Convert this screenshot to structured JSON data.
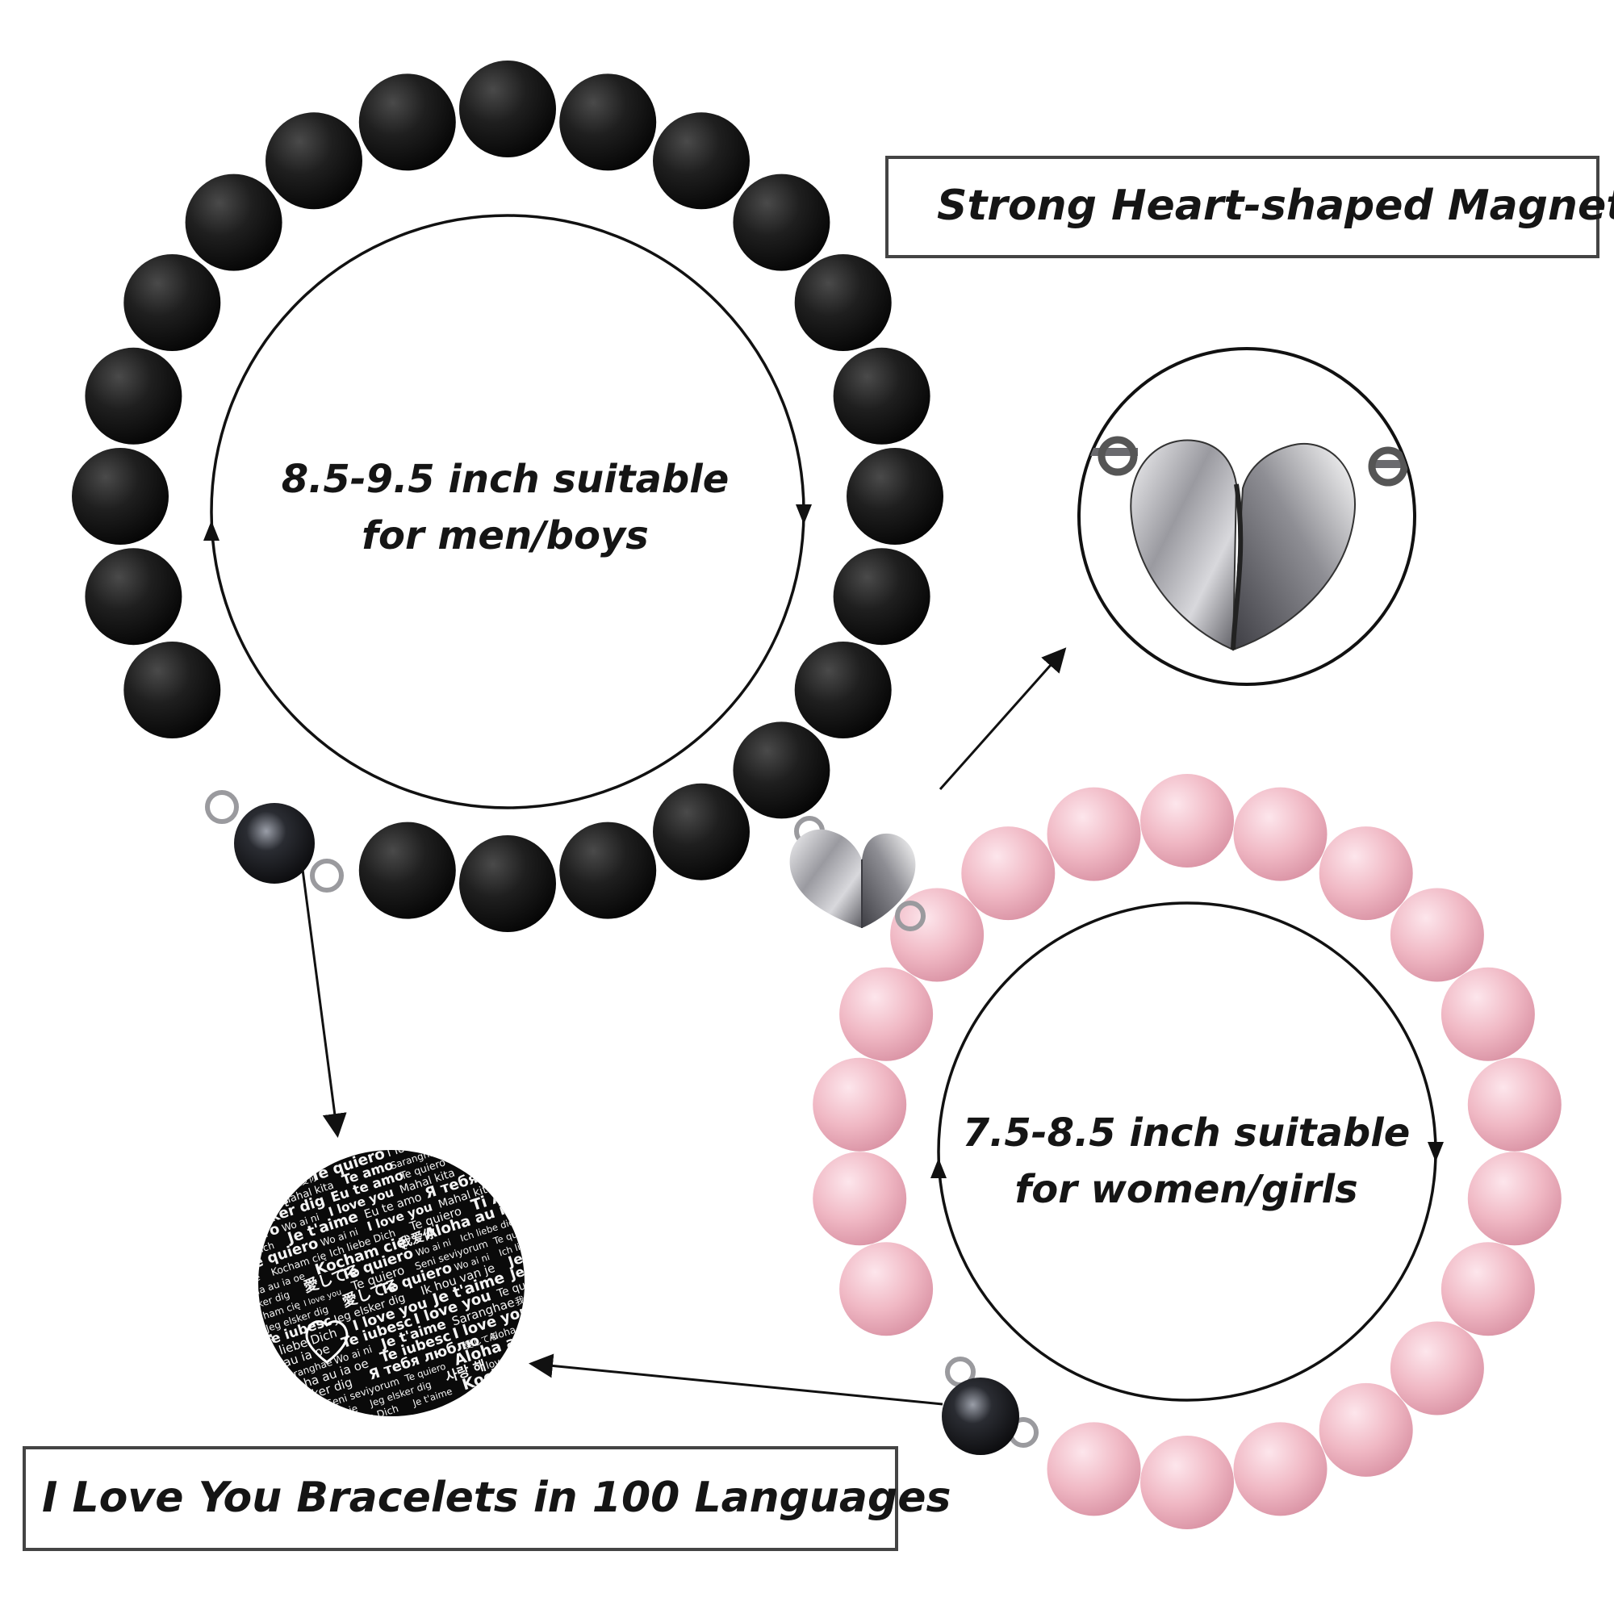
{
  "callouts": {
    "magnet": "Strong Heart-shaped Magnet",
    "languages": "I Love You  Bracelets in 100 Languages"
  },
  "mens_bracelet": {
    "size_line1": "8.5-9.5 inch suitable",
    "size_line2": "for men/boys",
    "bead_color": "#1a1a1a"
  },
  "womens_bracelet": {
    "size_line1": "7.5-8.5 inch suitable",
    "size_line2": "for women/girls",
    "bead_color": "#f0b8c4"
  },
  "pendant_disc": {
    "phrases": [
      "I love you",
      "Je t'aime",
      "Ich liebe Dich",
      "Ti Amo",
      "Te quiero",
      "Seni seviyorum",
      "Ik hou van je",
      "Kocham cię",
      "Te iubesc",
      "Te amo",
      "Aloha au ia oe",
      "Mahal kita",
      "Saranghae",
      "我爱你",
      "사랑 해",
      "愛してる",
      "Я тебя люблю",
      "Eu te amo",
      "Jeg elsker dig",
      "Ich liebe dich",
      "Wo ai ni",
      "Je t'aime"
    ]
  },
  "colors": {
    "outline": "#111111",
    "metal": "#b8b8bc",
    "box_border": "#444444"
  }
}
